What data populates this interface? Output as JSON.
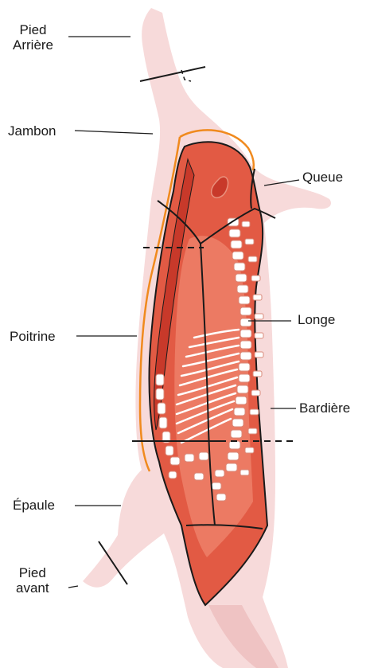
{
  "diagram": {
    "labels": {
      "pied_arriere": [
        "Pied",
        "Arrière"
      ],
      "jambon": "Jambon",
      "queue": "Queue",
      "longe": "Longe",
      "poitrine": "Poitrine",
      "bardiere": "Bardière",
      "epaule": "Épaule",
      "pied_avant": [
        "Pied",
        "avant"
      ]
    },
    "colors": {
      "skin": "#f7dada",
      "skin_dark": "#efc3c3",
      "meat": "#e25a44",
      "meat_light": "#ec7a63",
      "meat_dark": "#c8392a",
      "fat_outline": "#f08a1e",
      "bone": "#ffffff",
      "line": "#1a1a1a"
    }
  }
}
